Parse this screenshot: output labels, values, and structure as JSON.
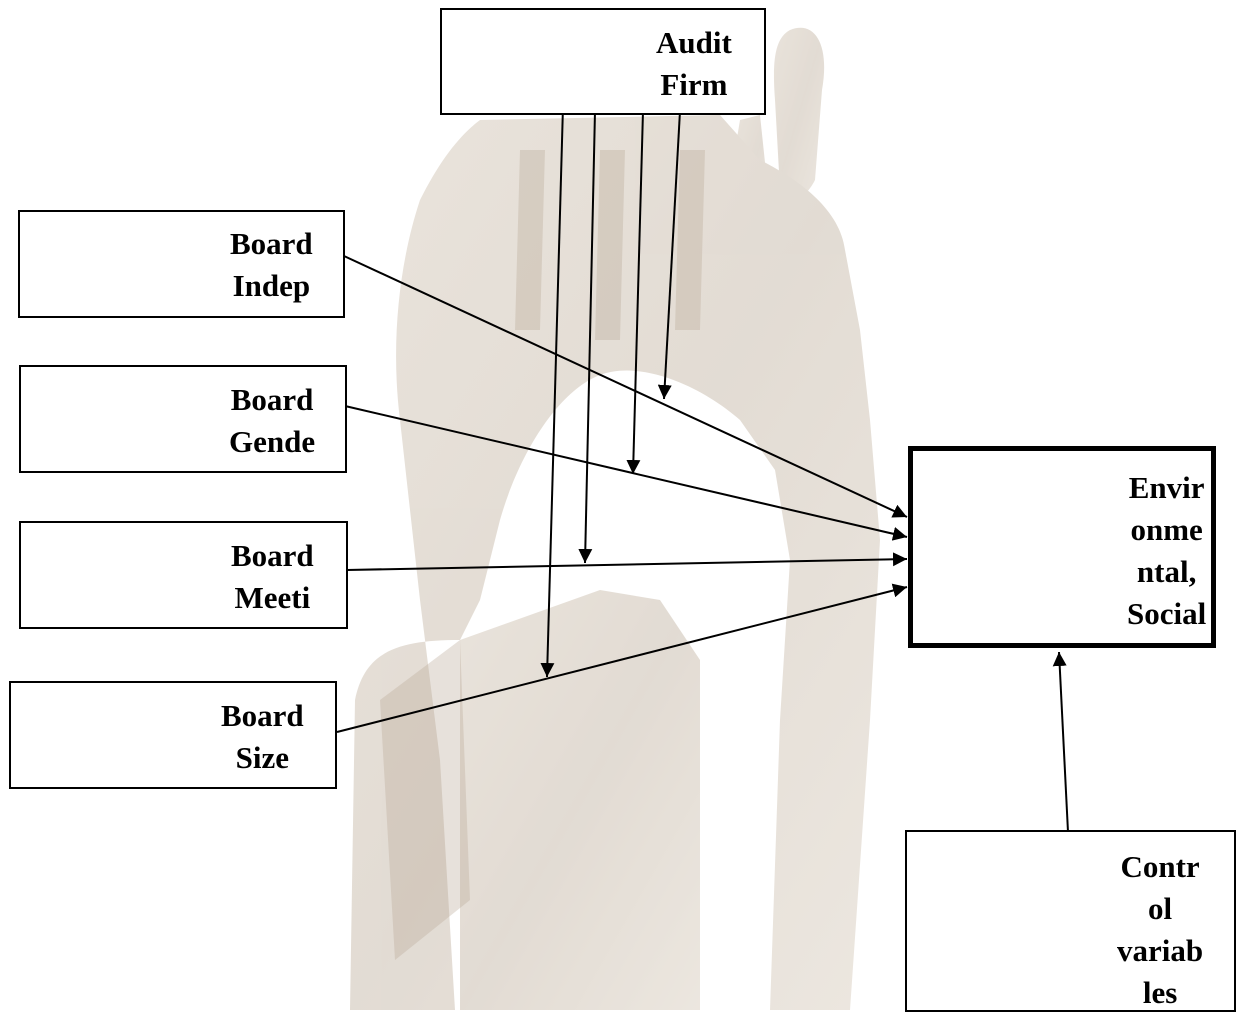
{
  "nodes": {
    "audit_firm": {
      "lines": [
        "Audit",
        "Firm"
      ]
    },
    "board_indep": {
      "lines": [
        "Board",
        "Indep"
      ]
    },
    "board_gender": {
      "lines": [
        "Board",
        "Gende"
      ]
    },
    "board_meeting": {
      "lines": [
        "Board",
        "Meeti"
      ]
    },
    "board_size": {
      "lines": [
        "Board",
        "Size"
      ]
    },
    "esg": {
      "lines": [
        "Envir",
        "onme",
        "ntal,",
        "Social"
      ]
    },
    "control": {
      "lines": [
        "Contr",
        "ol",
        "variab",
        "les"
      ]
    }
  },
  "edges": [
    {
      "from": "board_indep",
      "to": "esg",
      "type": "direct"
    },
    {
      "from": "board_gender",
      "to": "esg",
      "type": "direct"
    },
    {
      "from": "board_meeting",
      "to": "esg",
      "type": "direct"
    },
    {
      "from": "board_size",
      "to": "esg",
      "type": "direct"
    },
    {
      "from": "control",
      "to": "esg",
      "type": "direct"
    },
    {
      "from": "audit_firm",
      "to": "board_indep->esg",
      "type": "moderation"
    },
    {
      "from": "audit_firm",
      "to": "board_gender->esg",
      "type": "moderation"
    },
    {
      "from": "audit_firm",
      "to": "board_meeting->esg",
      "type": "moderation"
    },
    {
      "from": "audit_firm",
      "to": "board_size->esg",
      "type": "moderation"
    }
  ]
}
